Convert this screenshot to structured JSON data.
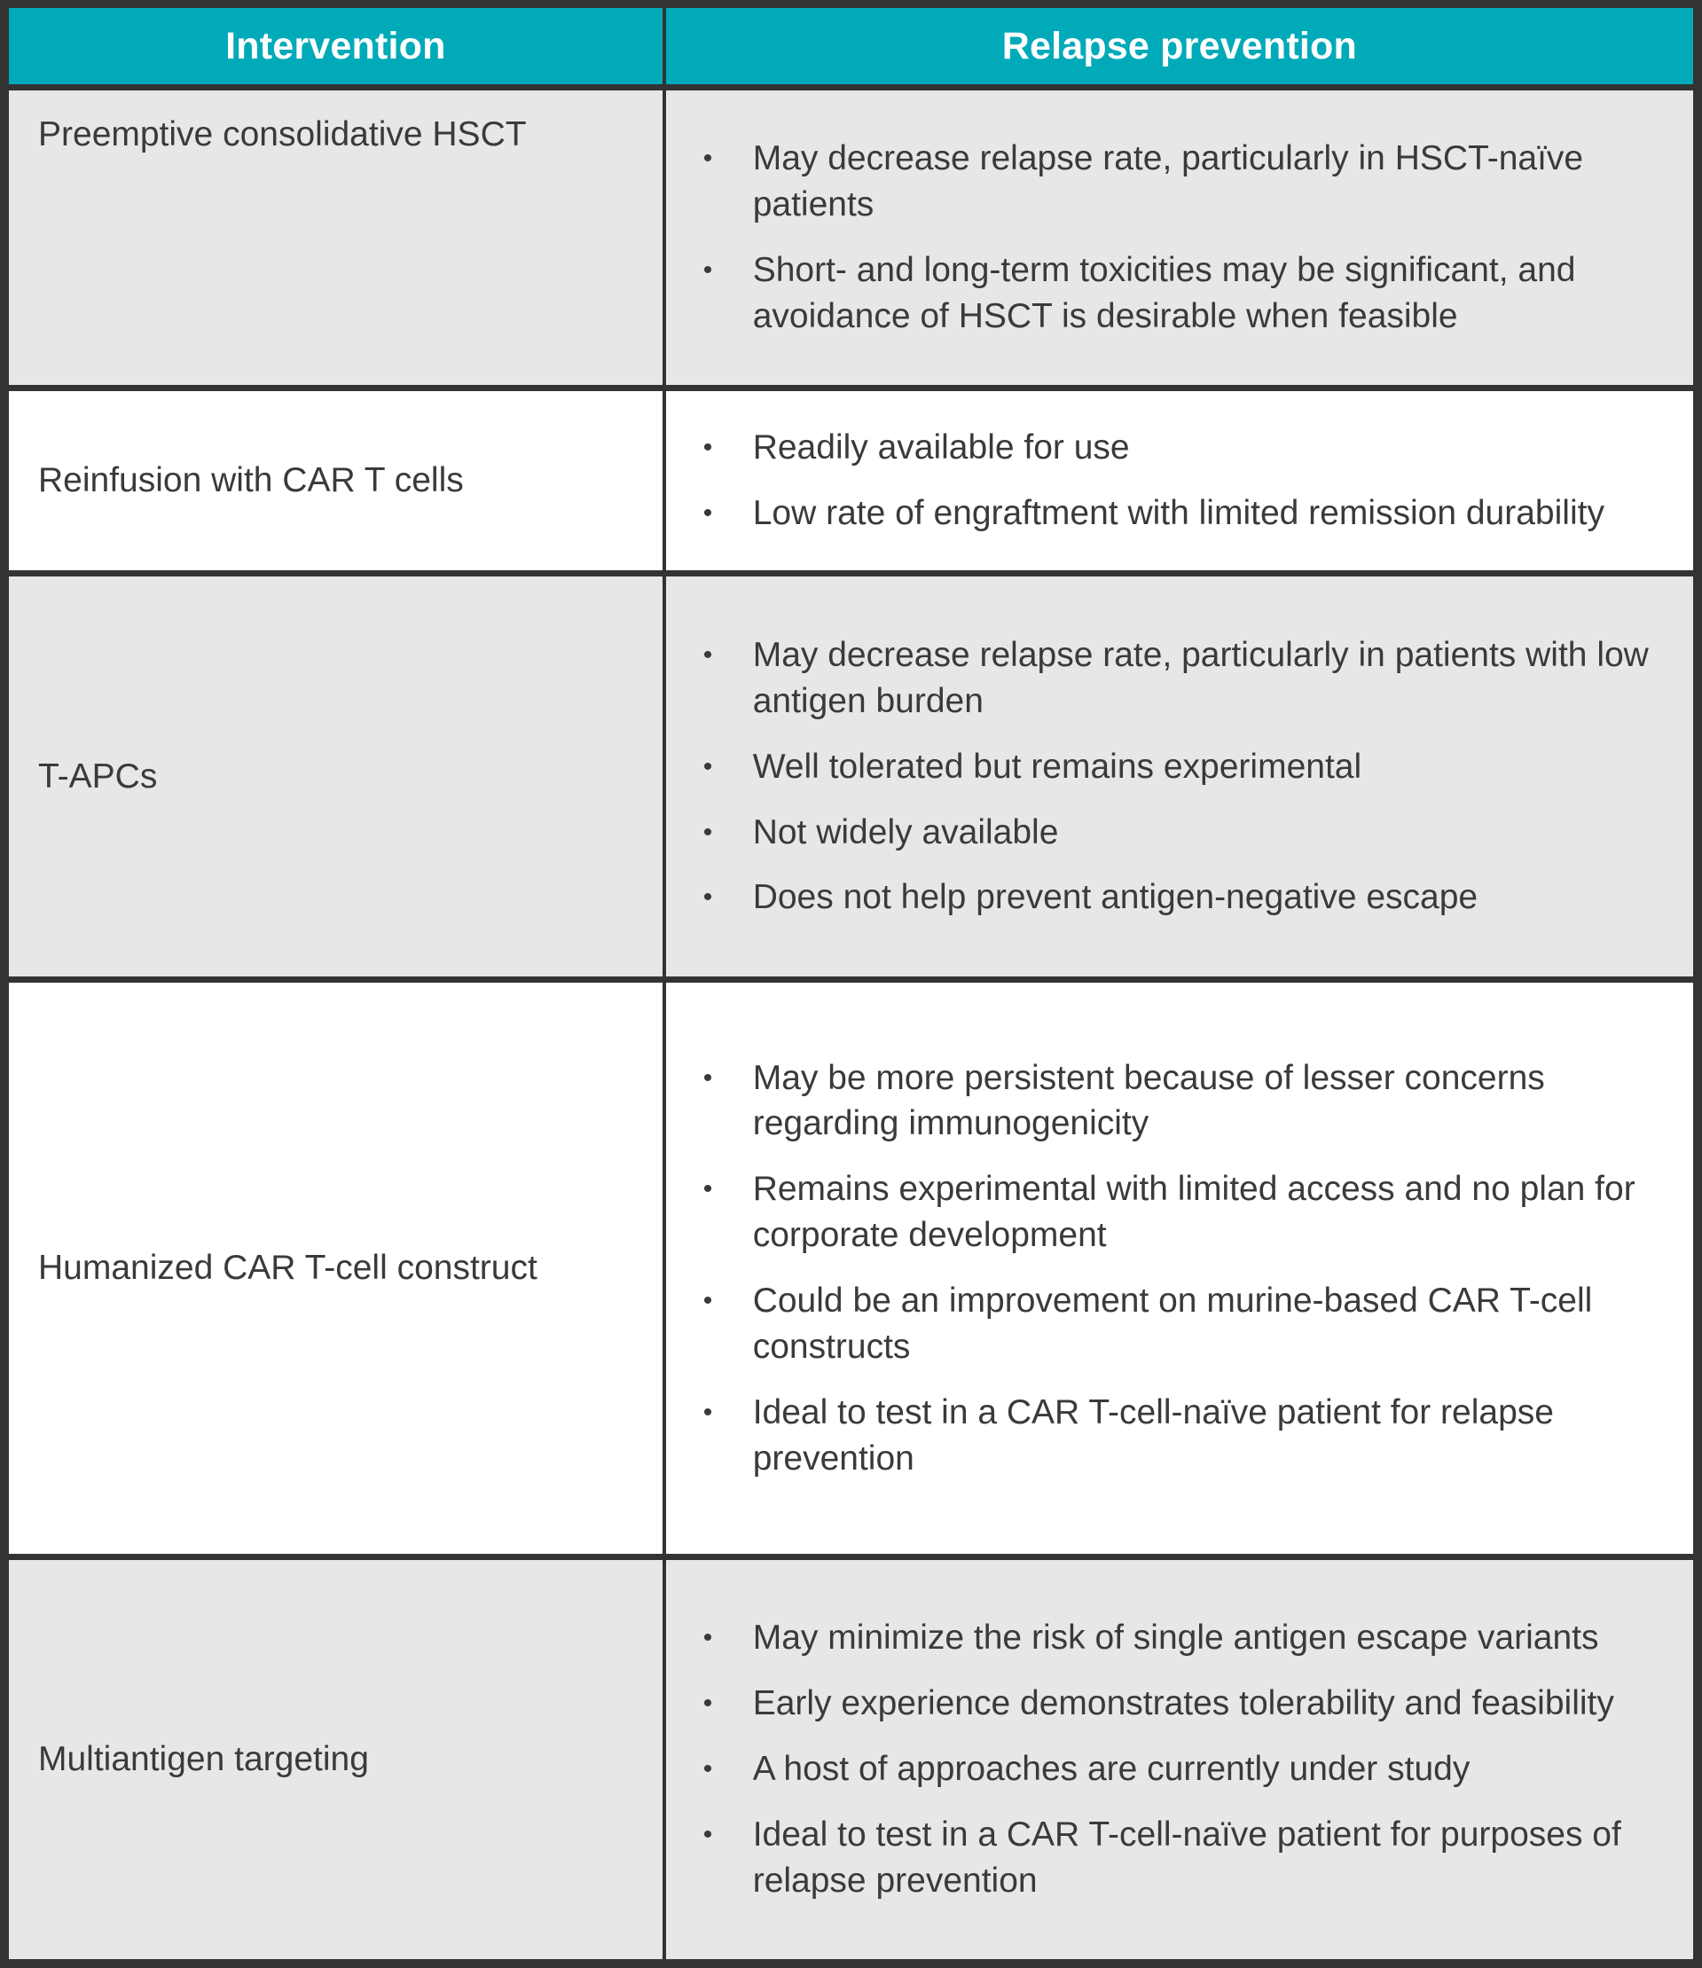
{
  "table": {
    "columns": [
      {
        "key": "intervention",
        "label": "Intervention"
      },
      {
        "key": "relapse_prevention",
        "label": "Relapse prevention"
      }
    ],
    "header_bg": "#00AAB9",
    "header_text_color": "#FFFFFF",
    "shaded_row_bg": "#E7E7E7",
    "plain_row_bg": "#FFFFFF",
    "border_color": "#333333",
    "bullet_glyph": "•",
    "rows": [
      {
        "intervention": "Preemptive consolidative HSCT",
        "bullets": [
          "May decrease relapse rate, particularly in HSCT-naïve patients",
          "Short- and long-term toxicities may be significant, and avoidance of HSCT is desirable when feasible"
        ]
      },
      {
        "intervention": "Reinfusion with CAR T cells",
        "bullets": [
          "Readily available for use",
          "Low rate of engraftment with limited remission durability"
        ]
      },
      {
        "intervention": "T-APCs",
        "bullets": [
          "May decrease relapse rate, particularly in patients with low antigen burden",
          "Well tolerated but remains experimental",
          "Not widely available",
          "Does not help prevent antigen-negative escape"
        ]
      },
      {
        "intervention": "Humanized CAR T-cell construct",
        "bullets": [
          "May be more persistent because of lesser concerns regarding immunogenicity",
          "Remains experimental with limited access and no plan for corporate development",
          "Could be an improvement on murine-based CAR T-cell constructs",
          "Ideal to test in a CAR T-cell-naïve patient for relapse prevention"
        ]
      },
      {
        "intervention": "Multiantigen targeting",
        "bullets": [
          "May minimize the risk of single antigen escape variants",
          "Early experience demonstrates tolerability and feasibility",
          "A host of approaches are currently under study",
          "Ideal to test in a CAR T-cell-naïve patient for purposes of relapse prevention"
        ]
      }
    ]
  }
}
